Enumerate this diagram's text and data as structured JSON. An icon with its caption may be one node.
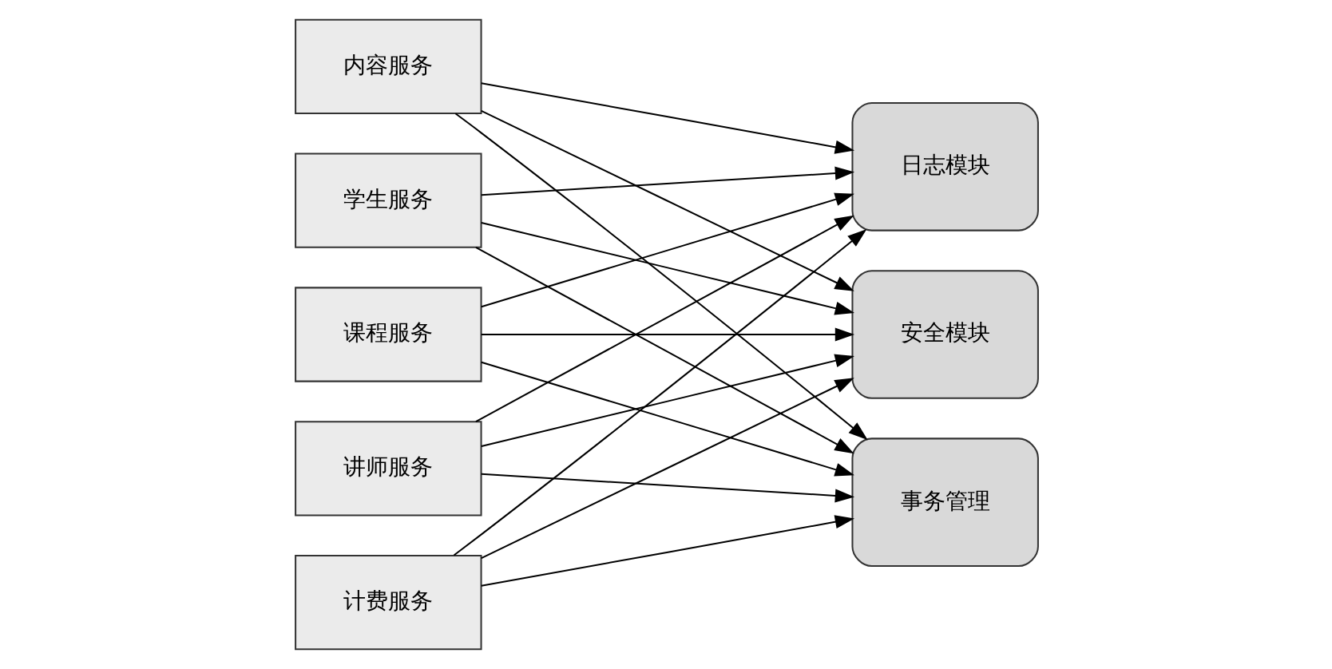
{
  "diagram": {
    "nodes": [
      {
        "text": [
          "学生服务"
        ]
      },
      {
        "text": [
          "课程服务"
        ]
      },
      {
        "text": [
          "讲师服务"
        ]
      },
      {
        "text": [
          "计费服务"
        ]
      },
      {
        "text": [
          "内容服务"
        ]
      },
      {
        "text": [
          "日志模块"
        ]
      },
      {
        "text": [
          "安全模块"
        ]
      },
      {
        "text": [
          "事务管理"
        ]
      }
    ],
    "edges": [
      {
        "from": 0,
        "to": 5,
        "arrow": "to"
      },
      {
        "from": 0,
        "to": 6,
        "arrow": "to"
      },
      {
        "from": 0,
        "to": 7,
        "arrow": "to"
      },
      {
        "from": 1,
        "to": 5,
        "arrow": "to"
      },
      {
        "from": 1,
        "to": 6,
        "arrow": "to"
      },
      {
        "from": 1,
        "to": 7,
        "arrow": "to"
      },
      {
        "from": 2,
        "to": 5,
        "arrow": "to"
      },
      {
        "from": 2,
        "to": 6,
        "arrow": "to"
      },
      {
        "from": 2,
        "to": 7,
        "arrow": "to"
      },
      {
        "from": 3,
        "to": 5,
        "arrow": "to"
      },
      {
        "from": 3,
        "to": 6,
        "arrow": "to"
      },
      {
        "from": 3,
        "to": 7,
        "arrow": "to"
      },
      {
        "from": 4,
        "to": 5,
        "arrow": "to"
      },
      {
        "from": 4,
        "to": 6,
        "arrow": "to"
      },
      {
        "from": 4,
        "to": 7,
        "arrow": "to"
      }
    ]
  }
}
